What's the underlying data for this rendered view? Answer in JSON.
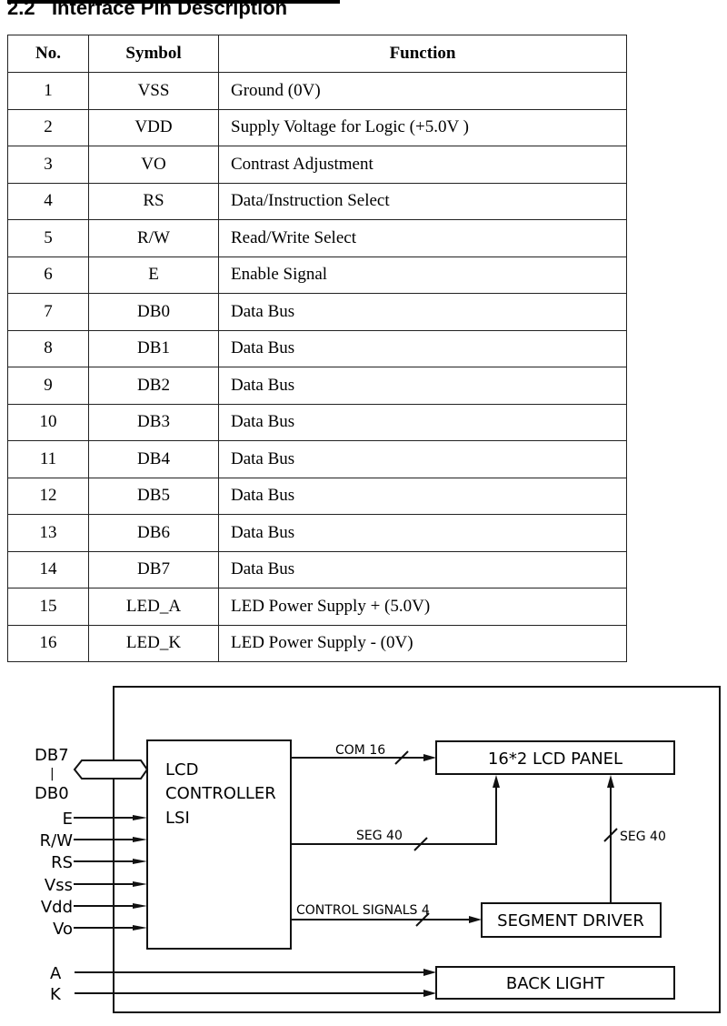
{
  "section": {
    "number": "2.2",
    "title": "Interface Pin Description"
  },
  "table": {
    "headers": [
      "No.",
      "Symbol",
      "Function"
    ],
    "rows": [
      [
        "1",
        "VSS",
        "Ground (0V)"
      ],
      [
        "2",
        "VDD",
        "Supply Voltage for Logic (+5.0V )"
      ],
      [
        "3",
        "VO",
        "Contrast Adjustment"
      ],
      [
        "4",
        "RS",
        "Data/Instruction Select"
      ],
      [
        "5",
        "R/W",
        "Read/Write Select"
      ],
      [
        "6",
        "E",
        "Enable Signal"
      ],
      [
        "7",
        "DB0",
        "Data Bus"
      ],
      [
        "8",
        "DB1",
        "Data Bus"
      ],
      [
        "9",
        "DB2",
        "Data Bus"
      ],
      [
        "10",
        "DB3",
        "Data Bus"
      ],
      [
        "11",
        "DB4",
        "Data Bus"
      ],
      [
        "12",
        "DB5",
        "Data Bus"
      ],
      [
        "13",
        "DB6",
        "Data Bus"
      ],
      [
        "14",
        "DB7",
        "Data Bus"
      ],
      [
        "15",
        "LED_A",
        "LED Power Supply + (5.0V)"
      ],
      [
        "16",
        "LED_K",
        "LED Power Supply - (0V)"
      ]
    ]
  },
  "diagram": {
    "bus_top": "DB7",
    "bus_sep": "|",
    "bus_bottom": "DB0",
    "inputs": [
      "E",
      "R/W",
      "RS",
      "Vss",
      "Vdd",
      "Vo"
    ],
    "backlight_inputs": [
      "A",
      "K"
    ],
    "controller": [
      "LCD",
      "CONTROLLER",
      "LSI"
    ],
    "panel": "16*2 LCD PANEL",
    "segment_driver": "SEGMENT DRIVER",
    "back_light": "BACK LIGHT",
    "com_label": "COM 16",
    "seg_label": "SEG 40",
    "seg_label_2": "SEG 40",
    "control_label": "CONTROL SIGNALS 4"
  }
}
